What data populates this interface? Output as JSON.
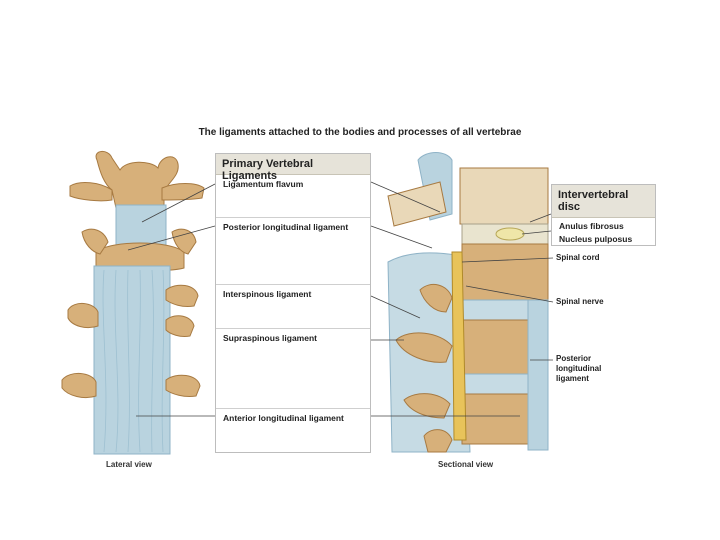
{
  "title": "The ligaments attached to the bodies and processes of all vertebrae",
  "ligament_box": {
    "heading": "Primary Vertebral Ligaments",
    "items": [
      "Ligamentum flavum",
      "Posterior longitudinal ligament",
      "Interspinous ligament",
      "Supraspinous ligament",
      "Anterior longitudinal ligament"
    ]
  },
  "disc_box": {
    "heading": "Intervertebral disc",
    "items": [
      "Anulus fibrosus",
      "Nucleus pulposus"
    ]
  },
  "side_labels": {
    "spinal_cord": "Spinal cord",
    "spinal_nerve": "Spinal nerve",
    "posterior_ligament_line1": "Posterior",
    "posterior_ligament_line2": "longitudinal",
    "posterior_ligament_line3": "ligament"
  },
  "views": {
    "lateral": "Lateral view",
    "sectional": "Sectional view"
  },
  "colors": {
    "bone": "#d7b07a",
    "bone_dark": "#b98a4e",
    "ligament": "#b9d3df",
    "ligament_dark": "#8fb3c7",
    "disc": "#e9e4cf",
    "cord": "#e8c35a",
    "header_bg": "#e6e3d9"
  }
}
